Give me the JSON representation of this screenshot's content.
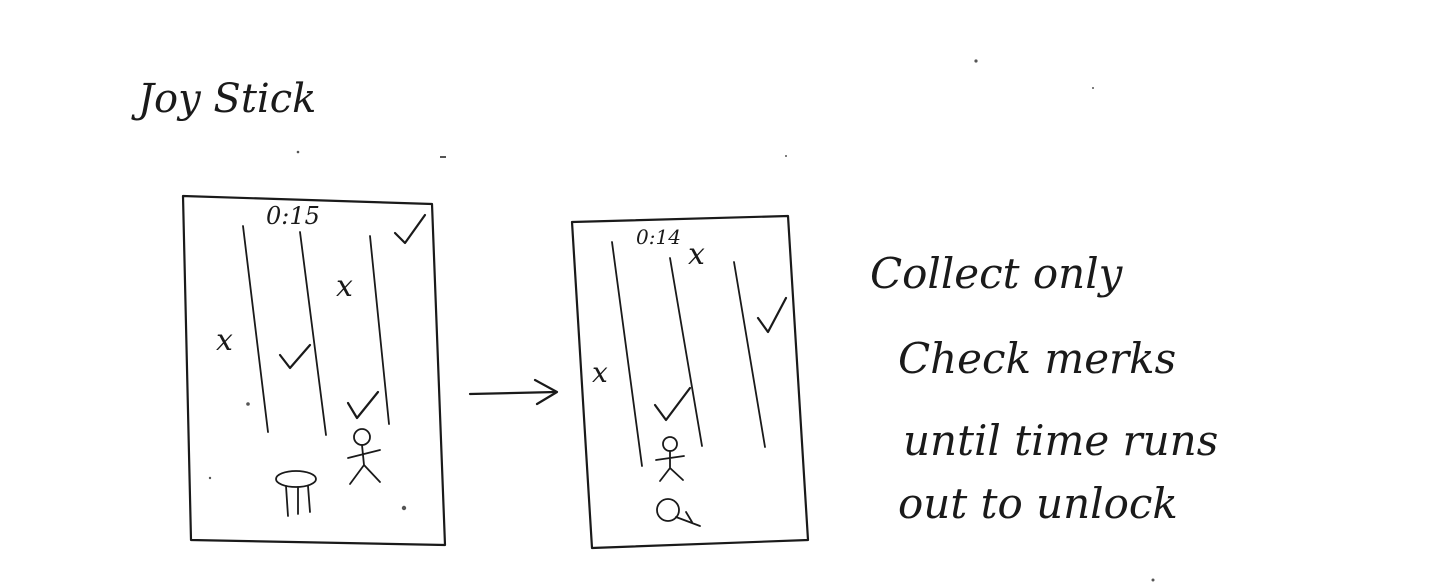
{
  "title": "Joy Stick",
  "frame1": {
    "timer": "0:15"
  },
  "frame2": {
    "timer": "0:14"
  },
  "glyphs": {
    "x_mark": "x",
    "check_mark": "✓"
  },
  "note_lines": [
    "Collect only",
    "Check merks",
    "until time runs",
    "out to unlock"
  ]
}
